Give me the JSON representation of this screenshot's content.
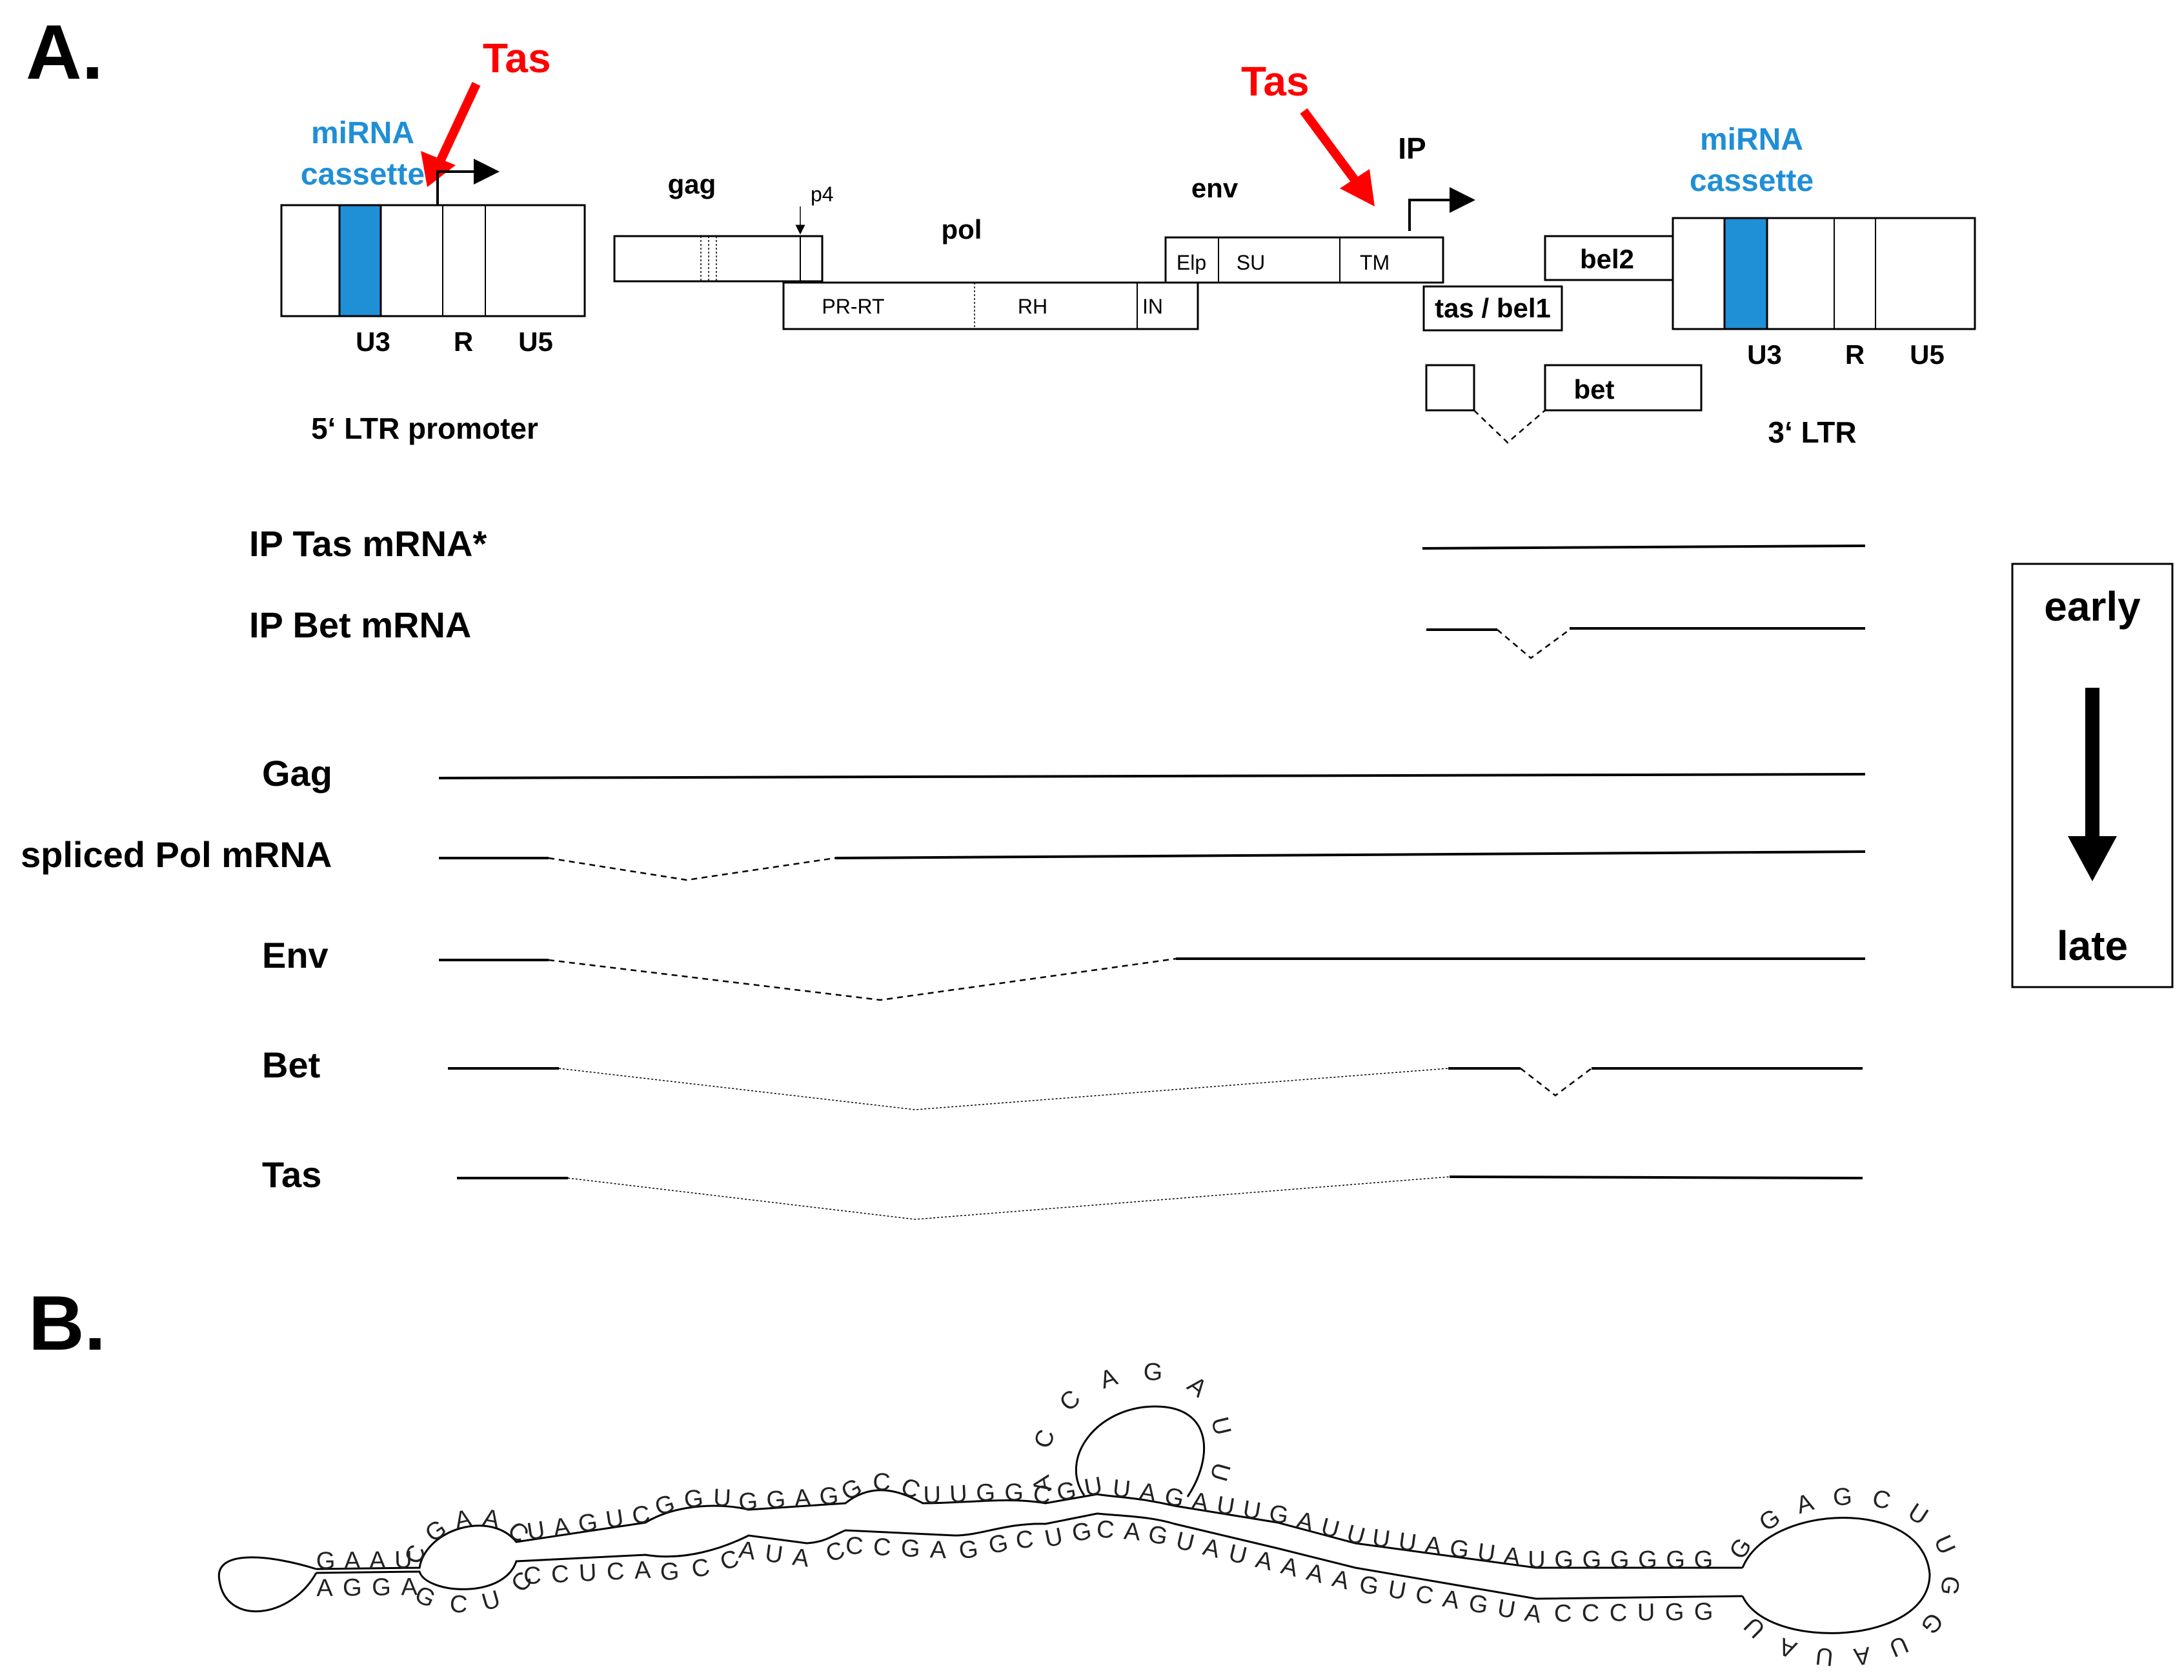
{
  "colors": {
    "accent_red": "#ff0000",
    "accent_blue": "#1f8fd6",
    "ink": "#000000"
  },
  "panel_a": {
    "label": "A.",
    "tas_label": "Tas",
    "mirna_label_line1": "miRNA",
    "mirna_label_line2": "cassette",
    "ltr5_caption": "5‘ LTR promoter",
    "ltr3_caption": "3‘ LTR",
    "ltr_regions": [
      "U3",
      "R",
      "U5"
    ],
    "genes": {
      "gag": "gag",
      "p4": "p4",
      "pol": "pol",
      "pr_rt": "PR-RT",
      "rh": "RH",
      "in": "IN",
      "env": "env",
      "elp": "Elp",
      "su": "SU",
      "tm": "TM",
      "ip": "IP",
      "tas_bel1": "tas / bel1",
      "bel2": "bel2",
      "bet": "bet"
    },
    "transcripts": [
      "IP Tas mRNA*",
      "IP Bet mRNA",
      "Gag",
      "spliced Pol mRNA",
      "Env",
      "Bet",
      "Tas"
    ],
    "timeline": {
      "early": "early",
      "late": "late"
    }
  },
  "panel_b": {
    "label": "B.",
    "hairpin_upper": "GAAUCGAACUAGUCGGUGGAGGCCUUGGCGUUAGAUUGAUUUUAGUAUGGGGGG",
    "hairpin_lower": "AGGAGCUCCCUCAGCCAUACCCGAGGCUGCAGUAUAAAAGUCAGUACCCUGG",
    "terminal_loop": "ACCAGAUU",
    "right_loop": "GGAGCUUGGUAUAU"
  }
}
